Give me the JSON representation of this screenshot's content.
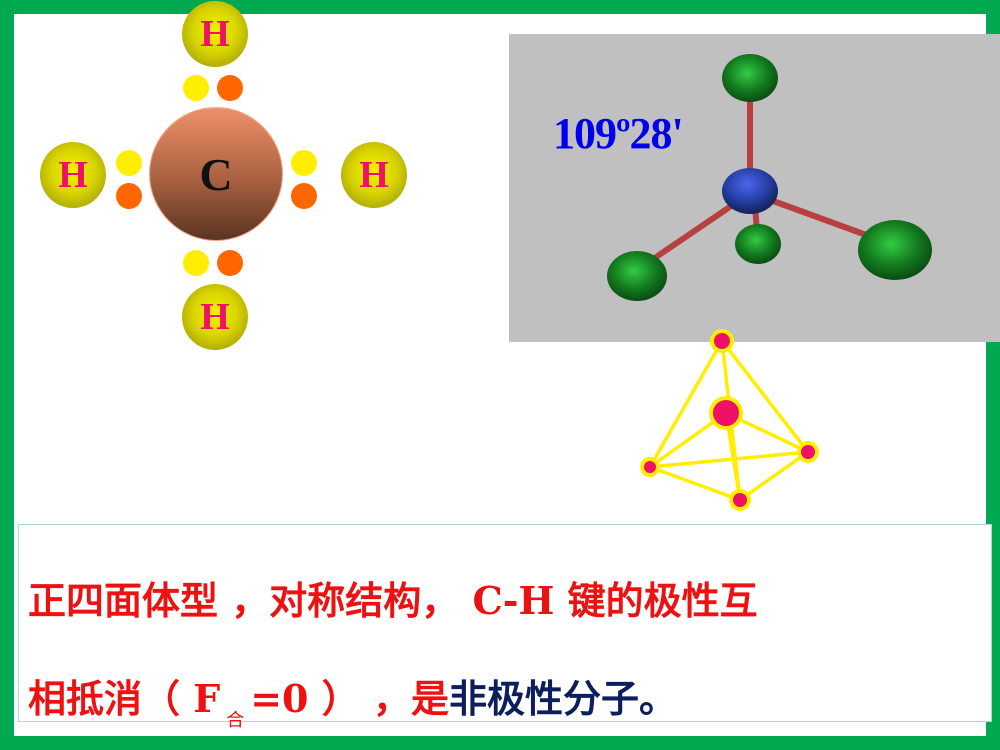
{
  "lewis_structure": {
    "center_atom": "C",
    "atoms": [
      {
        "position": "top",
        "label": "H"
      },
      {
        "position": "left",
        "label": "H"
      },
      {
        "position": "right",
        "label": "H"
      },
      {
        "position": "bottom",
        "label": "H"
      }
    ]
  },
  "ball_stick_model": {
    "bond_angle_label": "109º28'"
  },
  "caption": {
    "line1": "正四面体型 ，对称结构， C-H 键的极性互",
    "line2_part1": "相抵消（ F",
    "line2_sub": "合",
    "line2_part2": "=0 ） ，是",
    "line2_highlight": "非极性分子。"
  },
  "colors": {
    "border": "#00a94f",
    "caption_red": "#ee1111",
    "caption_navy": "#0d1e5c",
    "angle_blue": "#0000ee",
    "hydrogen_label": "#ee1166"
  }
}
